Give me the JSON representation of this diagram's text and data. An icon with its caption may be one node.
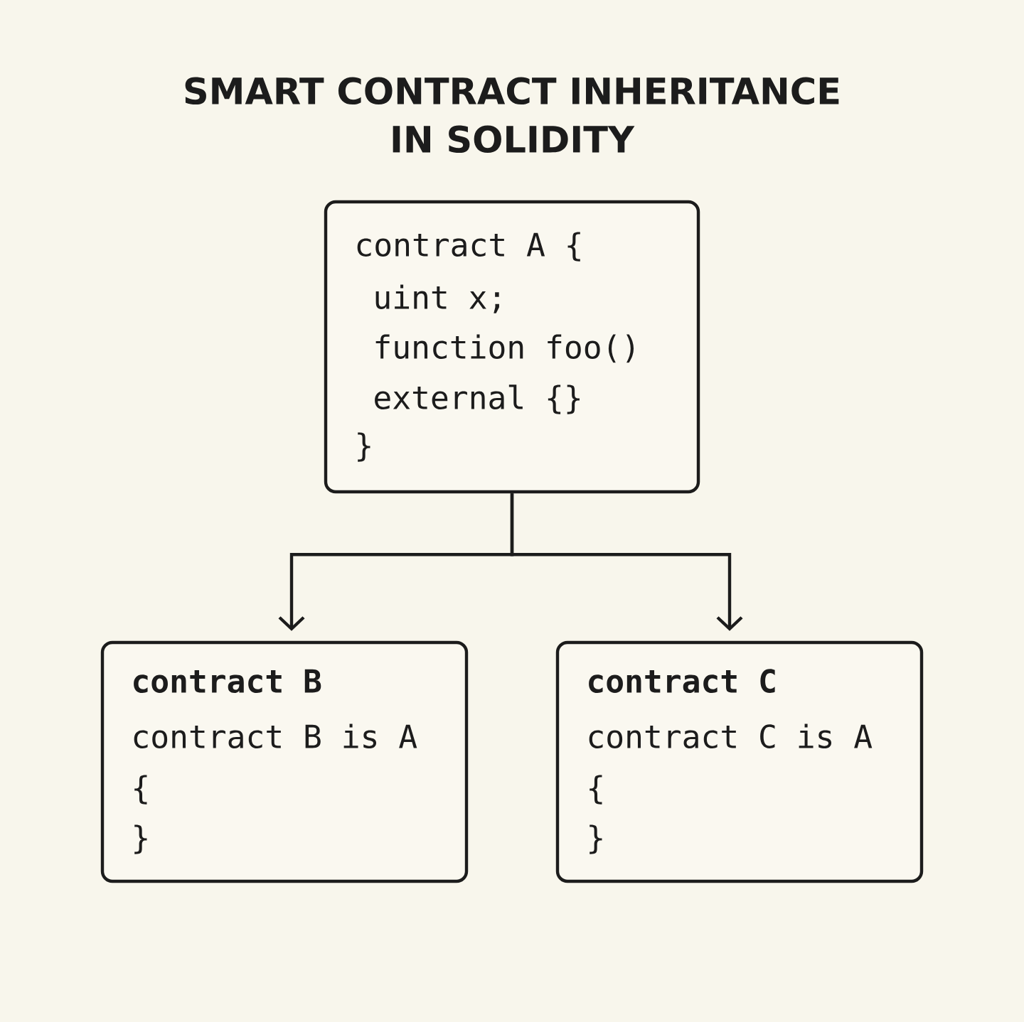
{
  "diagram": {
    "title": "SMART CONTRACT INHERITANCE IN SOLIDITY",
    "nodes": [
      {
        "text": [
          "contract A {",
          "uint x;",
          "function foo() external {}",
          "}"
        ]
      },
      {
        "text": [
          "contract B",
          "contract B is A",
          "{",
          "}"
        ]
      },
      {
        "text": [
          "contract C",
          "contract C is A",
          "{",
          "}"
        ]
      }
    ],
    "edges": [
      {
        "from": 0,
        "to": 1,
        "arrow": "to"
      },
      {
        "from": 0,
        "to": 2,
        "arrow": "to"
      }
    ]
  }
}
